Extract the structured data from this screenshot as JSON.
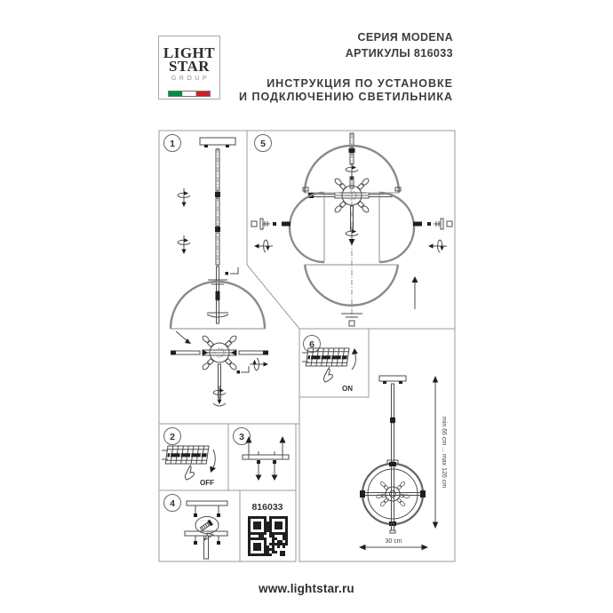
{
  "header": {
    "logo": {
      "word1": "LIGHT",
      "word2": "STAR",
      "word3": "GROUP"
    },
    "series": "СЕРИЯ MODENA",
    "articles": "АРТИКУЛЫ 816033",
    "instruction_line1": "ИНСТРУКЦИЯ ПО УСТАНОВКЕ",
    "instruction_line2": "И ПОДКЛЮЧЕНИЮ СВЕТИЛЬНИКА"
  },
  "steps": {
    "step1": "1",
    "step2": "2",
    "step3": "3",
    "step4": "4",
    "step5": "5",
    "step6": "6"
  },
  "labels": {
    "breaker_on": "ON",
    "breaker_off": "OFF",
    "qr_article": "816033",
    "dim_width": "30 cm",
    "dim_height": "min 66 cm ... max 126 cm"
  },
  "colors": {
    "flag_green": "#008C45",
    "flag_white": "#FFFFFF",
    "flag_red": "#CD212A"
  },
  "footer": {
    "url": "www.lightstar.ru"
  }
}
